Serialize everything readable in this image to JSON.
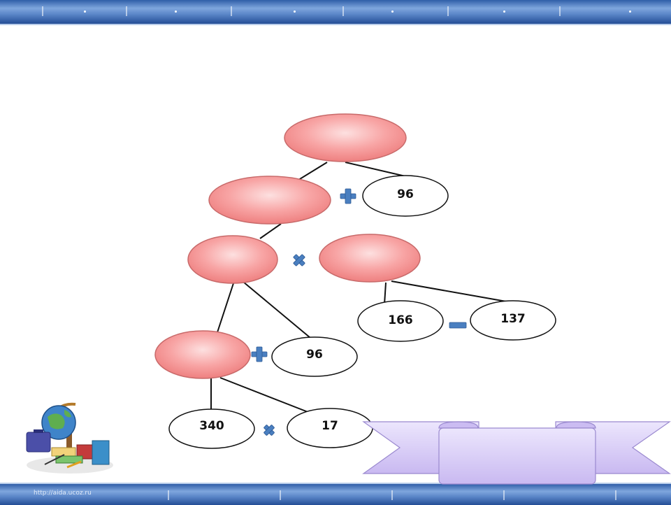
{
  "footer": {
    "url": "http://aida.ucoz.ru"
  },
  "nodes": {
    "n96_top": "96",
    "n166": "166",
    "n137": "137",
    "n96_mid": "96",
    "n340": "340",
    "n17": "17"
  },
  "operators": {
    "plus_top": "plus-icon",
    "times_mid": "multiply-icon",
    "minus_right": "minus-icon",
    "plus_low": "plus-icon",
    "times_bottom": "multiply-icon"
  },
  "colors": {
    "pink_node": "#f59a9a",
    "operator_blue": "#4a7fc0",
    "banner_lavender": "#d5c8f5",
    "band_blue": "#3a6bb5"
  }
}
